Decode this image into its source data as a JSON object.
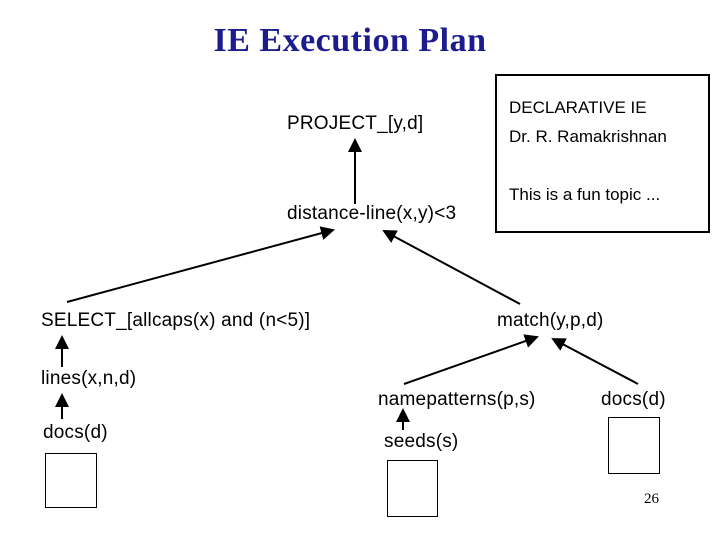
{
  "slide": {
    "title": "IE Execution Plan",
    "page_number": "26"
  },
  "note_box": {
    "line1": "DECLARATIVE IE",
    "line2": "Dr. R. Ramakrishnan",
    "line3": "This is a fun topic ..."
  },
  "tree": {
    "project": "PROJECT_[y,d]",
    "distance": "distance-line(x,y)<3",
    "select": "SELECT_[allcaps(x) and (n<5)]",
    "match": "match(y,p,d)",
    "lines": "lines(x,n,d)",
    "namepatterns": "namepatterns(p,s)",
    "docs_left": "docs(d)",
    "docs_right": "docs(d)",
    "seeds": "seeds(s)"
  },
  "colors": {
    "title": "#1c1c8f",
    "text": "#000000",
    "background": "#ffffff"
  }
}
